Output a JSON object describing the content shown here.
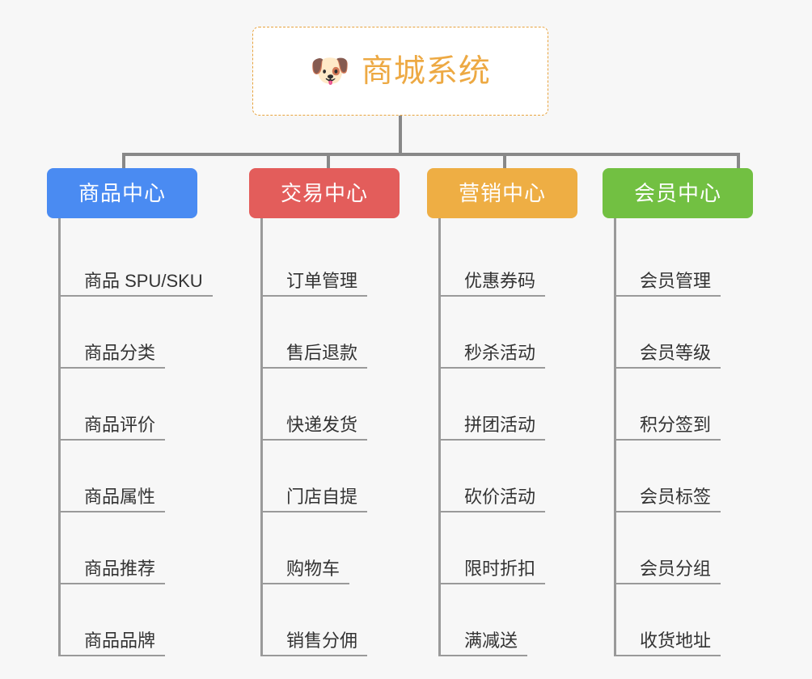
{
  "background_color": "#f7f7f7",
  "connector_color": "#888888",
  "root": {
    "icon": "shiba-dog-face-emoji",
    "emoji": "🐶",
    "title": "商城系统",
    "text_color": "#eda943",
    "border_color": "#e8a33d",
    "background": "#ffffff"
  },
  "categories": [
    {
      "label": "商品中心",
      "color": "#4a8bf2",
      "items": [
        "商品 SPU/SKU",
        "商品分类",
        "商品评价",
        "商品属性",
        "商品推荐",
        "商品品牌"
      ]
    },
    {
      "label": "交易中心",
      "color": "#e35d5b",
      "items": [
        "订单管理",
        "售后退款",
        "快递发货",
        "门店自提",
        "购物车",
        "销售分佣"
      ]
    },
    {
      "label": "营销中心",
      "color": "#eeae44",
      "items": [
        "优惠券码",
        "秒杀活动",
        "拼团活动",
        "砍价活动",
        "限时折扣",
        "满减送"
      ]
    },
    {
      "label": "会员中心",
      "color": "#72c042",
      "items": [
        "会员管理",
        "会员等级",
        "积分签到",
        "会员标签",
        "会员分组",
        "收货地址"
      ]
    }
  ]
}
